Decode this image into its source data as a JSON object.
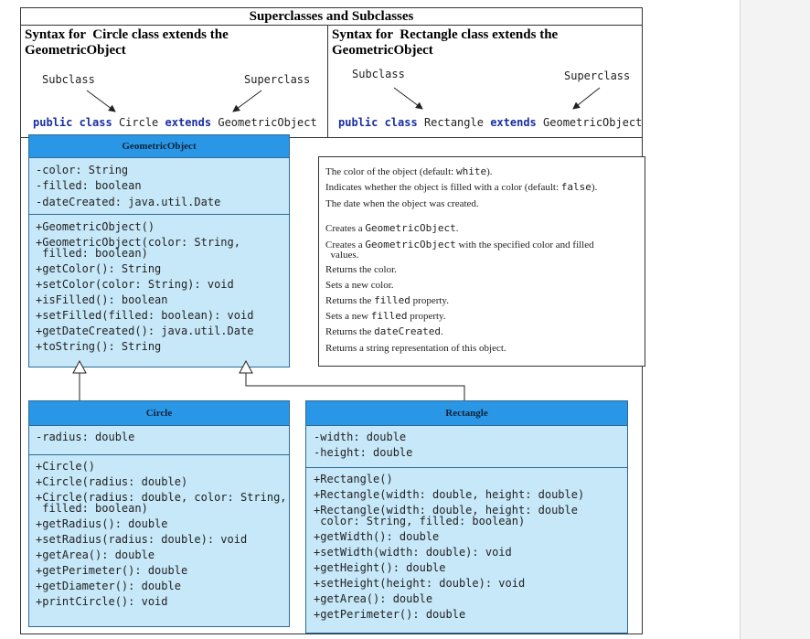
{
  "title": "Superclasses and Subclasses",
  "syntax_left": {
    "heading_line1": "Syntax for  Circle class extends the",
    "heading_line2": "GeometricObject",
    "subclass_label": "Subclass",
    "superclass_label": "Superclass",
    "code": {
      "kw1": "public class",
      "name": "Circle",
      "kw2": "extends",
      "super": "GeometricObject"
    }
  },
  "syntax_right": {
    "heading_line1": "Syntax for  Rectangle class extends the",
    "heading_line2": "GeometricObject",
    "subclass_label": "Subclass",
    "superclass_label": "Superclass",
    "code": {
      "kw1": "public class",
      "name": "Rectangle",
      "kw2": "extends",
      "super": "GeometricObject"
    }
  },
  "geometric_object": {
    "name": "GeometricObject",
    "fields": [
      "-color: String",
      "-filled: boolean",
      "-dateCreated: java.util.Date"
    ],
    "methods": [
      "+GeometricObject()",
      "+GeometricObject(color: String,",
      " filled: boolean)",
      "+getColor(): String",
      "+setColor(color: String): void",
      "+isFilled(): boolean",
      "+setFilled(filled: boolean): void",
      "+getDateCreated(): java.util.Date",
      "+toString(): String"
    ]
  },
  "descriptions": {
    "d0": {
      "pre": "The color of the object (default: ",
      "code": "white",
      "post": ")."
    },
    "d1": {
      "pre": "Indicates whether the object is filled with a color (default: ",
      "code": "false",
      "post": ")."
    },
    "d2": {
      "pre": "The date when the object was created.",
      "code": "",
      "post": ""
    },
    "d3": {
      "pre": "Creates a ",
      "code": "GeometricObject",
      "post": "."
    },
    "d4": {
      "pre": "Creates a ",
      "code": "GeometricObject",
      "post": " with the specified color and filled"
    },
    "d4b": {
      "pre": "  values.",
      "code": "",
      "post": ""
    },
    "d5": {
      "pre": "Returns the color.",
      "code": "",
      "post": ""
    },
    "d6": {
      "pre": "Sets a new color.",
      "code": "",
      "post": ""
    },
    "d7": {
      "pre": "Returns the ",
      "code": "filled",
      "post": " property."
    },
    "d8": {
      "pre": "Sets a new ",
      "code": "filled",
      "post": " property."
    },
    "d9": {
      "pre": "Returns the ",
      "code": "dateCreated",
      "post": "."
    },
    "d10": {
      "pre": "Returns a string representation of this object.",
      "code": "",
      "post": ""
    }
  },
  "circle": {
    "name": "Circle",
    "fields": [
      "-radius: double"
    ],
    "methods": [
      "+Circle()",
      "+Circle(radius: double)",
      "+Circle(radius: double, color: String,",
      " filled: boolean)",
      "+getRadius(): double",
      "+setRadius(radius: double): void",
      "+getArea(): double",
      "+getPerimeter(): double",
      "+getDiameter(): double",
      "+printCircle(): void"
    ]
  },
  "rectangle": {
    "name": "Rectangle",
    "fields": [
      "-width: double",
      "-height: double"
    ],
    "methods": [
      "+Rectangle()",
      "+Rectangle(width: double, height: double)",
      "+Rectangle(width: double, height: double",
      " color: String, filled: boolean)",
      "+getWidth(): double",
      "+setWidth(width: double): void",
      "+getHeight(): double",
      "+setHeight(height: double): void",
      "+getArea(): double",
      "+getPerimeter(): double"
    ]
  }
}
